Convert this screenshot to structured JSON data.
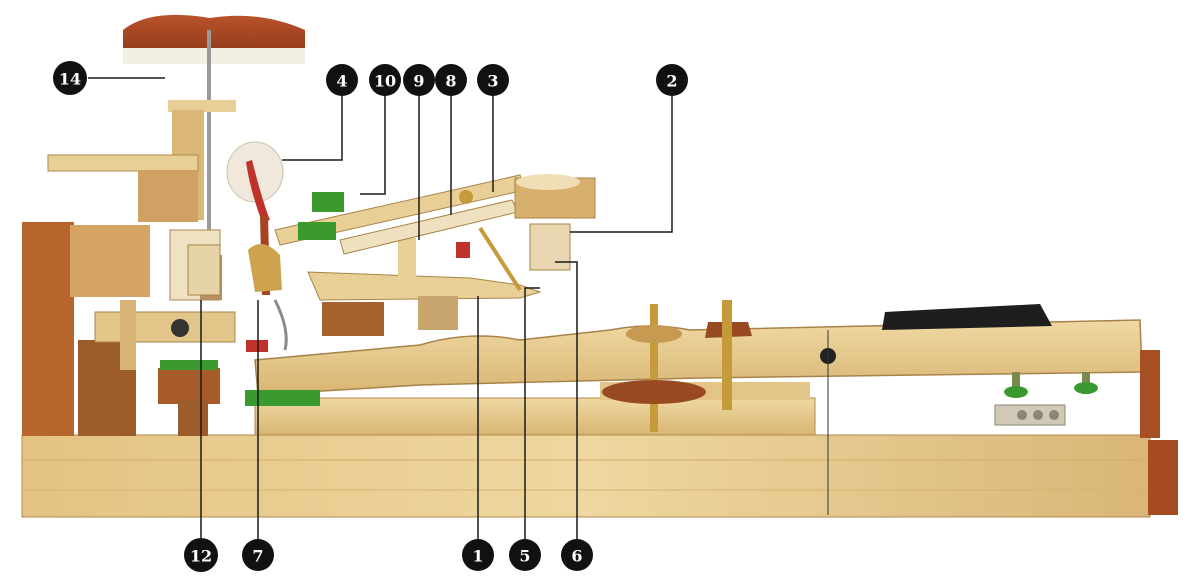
{
  "diagram": {
    "callouts": [
      {
        "id": "c14",
        "label": "14"
      },
      {
        "id": "c4",
        "label": "4"
      },
      {
        "id": "c10",
        "label": "10"
      },
      {
        "id": "c9",
        "label": "9"
      },
      {
        "id": "c8",
        "label": "8"
      },
      {
        "id": "c3",
        "label": "3"
      },
      {
        "id": "c2",
        "label": "2"
      },
      {
        "id": "c12",
        "label": "12"
      },
      {
        "id": "c7",
        "label": "7"
      },
      {
        "id": "c1",
        "label": "1"
      },
      {
        "id": "c5",
        "label": "5"
      },
      {
        "id": "c6",
        "label": "6"
      }
    ],
    "colors": {
      "wood_light": "#e8cf95",
      "wood_mid": "#d9b676",
      "wood_dark": "#b98a4a",
      "wood_edge": "#8a6a3a",
      "mahogany": "#a8431f",
      "felt_green": "#3a9a2f",
      "felt_white": "#f3efe4",
      "felt_red": "#c0322a",
      "brass": "#c59a3b",
      "black": "#1a1a1a"
    }
  }
}
